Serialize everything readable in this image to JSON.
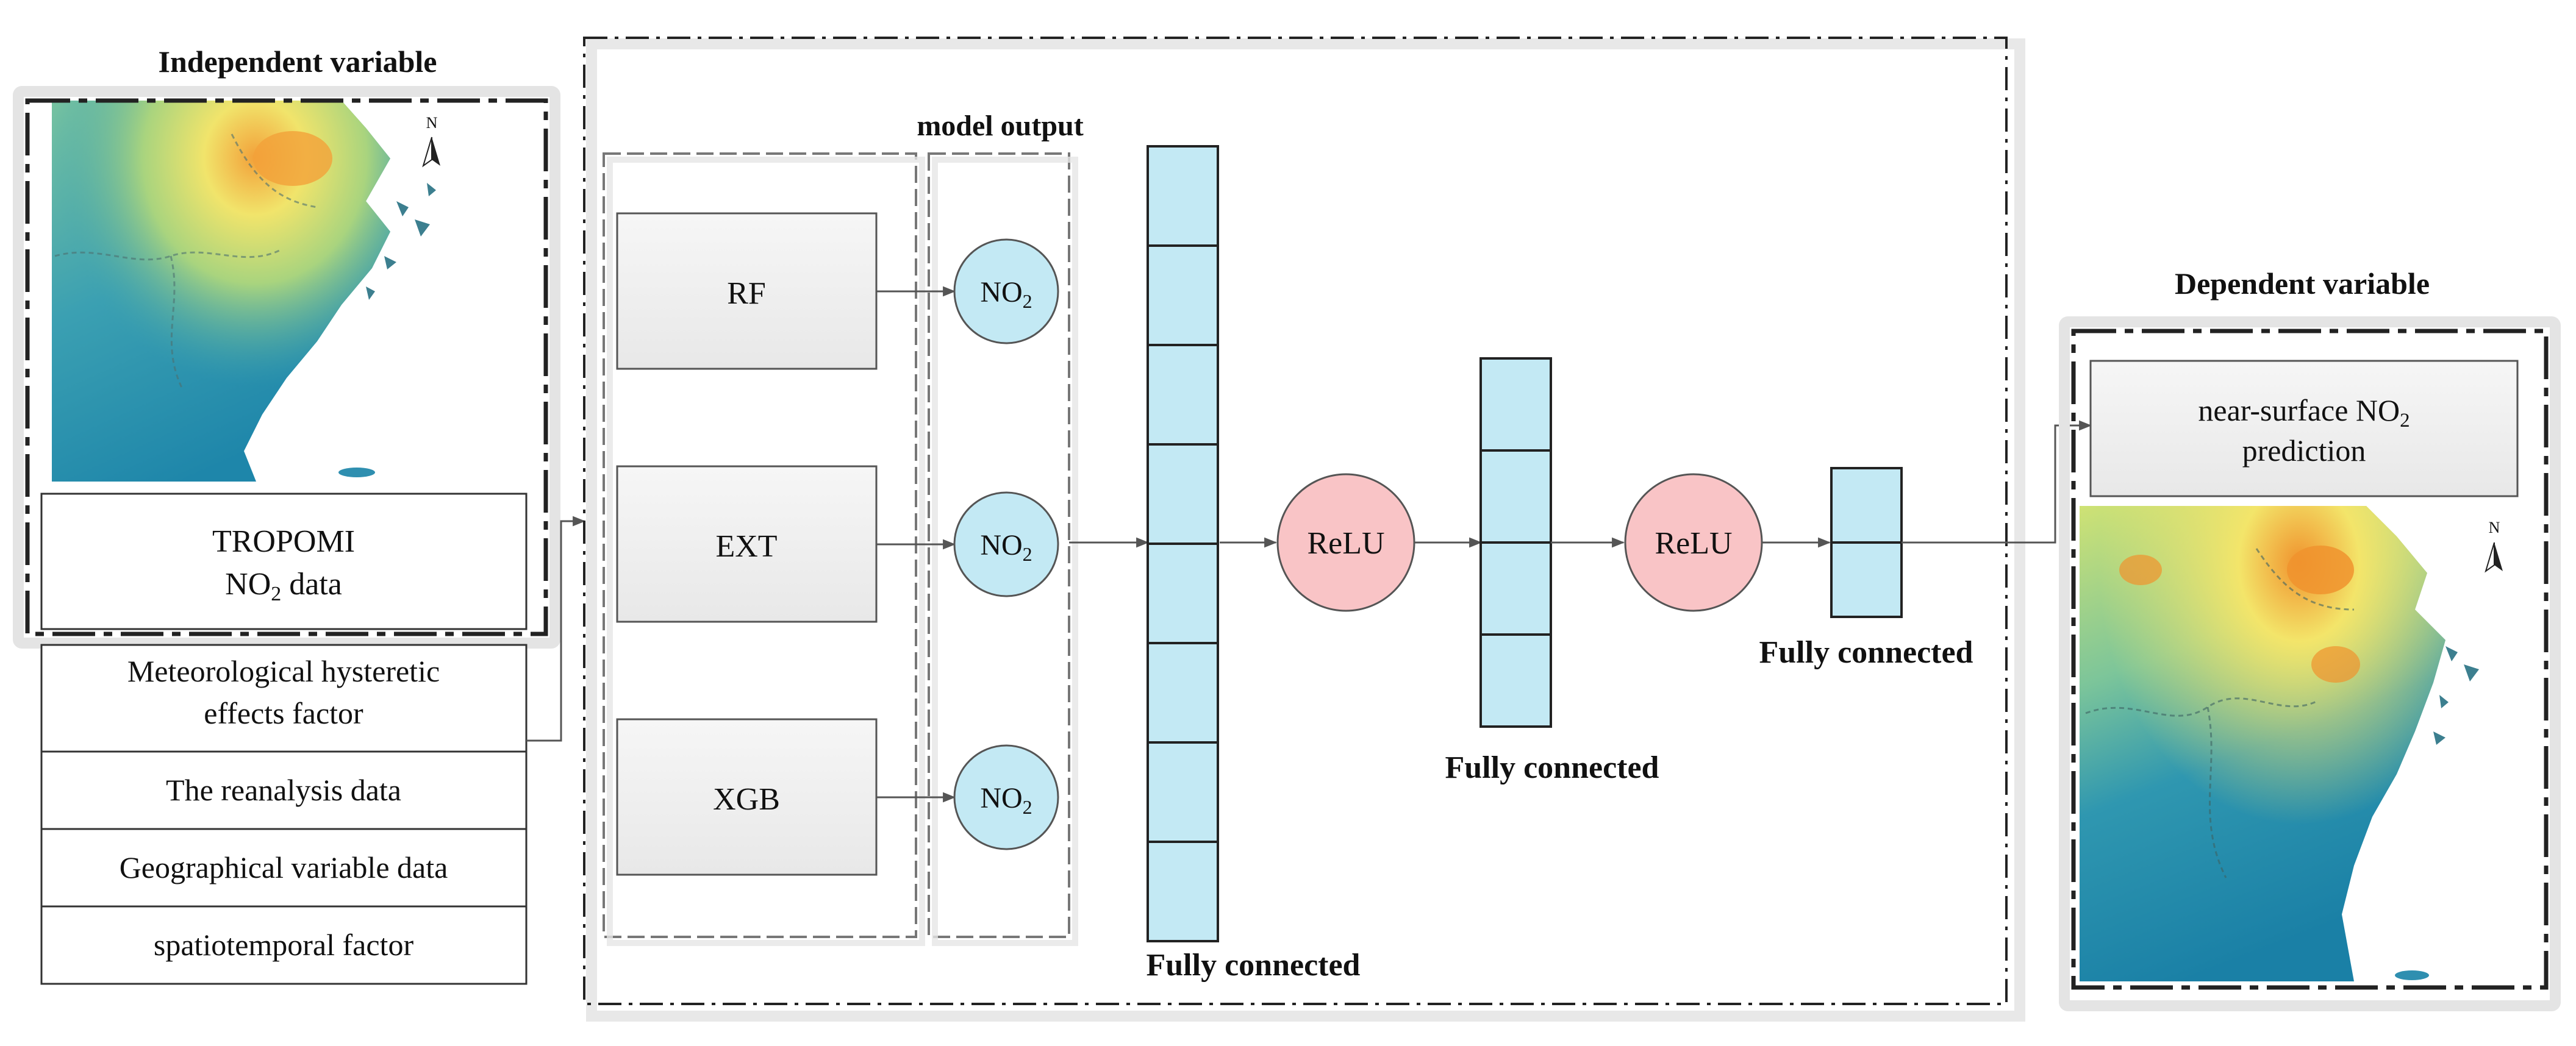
{
  "left": {
    "title": "Independent variable",
    "tropomi_line1": "TROPOMI",
    "tropomi_line2_prefix": "NO",
    "tropomi_line2_sub": "2",
    "tropomi_line2_suffix": " data",
    "items": [
      {
        "line1": "Meteorological hysteretic",
        "line2": "effects factor"
      },
      {
        "line1": "The reanalysis data"
      },
      {
        "line1": "Geographical variable data"
      },
      {
        "line1": "spatiotemporal  factor"
      }
    ],
    "north_label": "N"
  },
  "models": {
    "output_label": "model output",
    "items": [
      {
        "name": "RF",
        "output": "NO",
        "output_sub": "2"
      },
      {
        "name": "EXT",
        "output": "NO",
        "output_sub": "2"
      },
      {
        "name": "XGB",
        "output": "NO",
        "output_sub": "2"
      }
    ]
  },
  "network": {
    "relu1": "ReLU",
    "relu2": "ReLU",
    "fc1_label": "Fully connected",
    "fc2_label": "Fully connected",
    "fc3_label": "Fully connected"
  },
  "right": {
    "title": "Dependent variable",
    "pred_line1_prefix": "near-surface NO",
    "pred_line1_sub": "2",
    "pred_line2": "prediction",
    "north_label": "N"
  },
  "colors": {
    "cell": "#c3e9f4",
    "relu": "#f9c4c6",
    "box": "#eeeeee",
    "shadow": "#e6e6e6",
    "line": "#555555",
    "map_blue": "#1f86a8",
    "map_yellow": "#f4e96a",
    "map_orange": "#f2a13a"
  }
}
